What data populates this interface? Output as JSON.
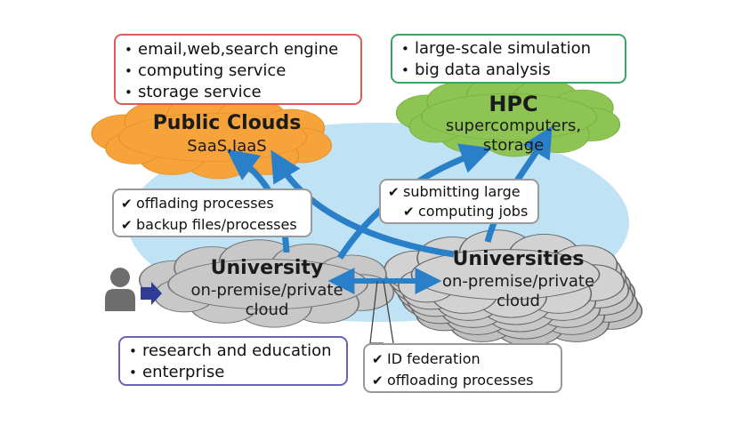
{
  "public_cloud": {
    "title": "Public Clouds",
    "subtitle": "SaaS,IaaS",
    "services": [
      "email,web,search engine",
      "computing service",
      "storage service"
    ],
    "color": "#f5a33a"
  },
  "hpc": {
    "title": "HPC",
    "subtitle_lines": [
      "supercomputers,",
      "storage"
    ],
    "uses": [
      "large-scale simulation",
      "big data analysis"
    ],
    "color": "#8ec453"
  },
  "university": {
    "title": "University",
    "subtitle_lines": [
      "on-premise/private",
      "cloud"
    ],
    "uses": [
      "research and education",
      "enterprise"
    ],
    "color": "#c8c8c8"
  },
  "universities": {
    "title": "Universities",
    "subtitle_lines": [
      "on-premise/private",
      "cloud"
    ],
    "color": "#c8c8c8"
  },
  "labels": {
    "to_public": [
      "offlading processes",
      "backup files/processes"
    ],
    "to_hpc": [
      "submitting large",
      "computing jobs"
    ],
    "between_universities": [
      "ID federation",
      "offloading processes"
    ]
  },
  "colors": {
    "arrow_blue": "#2a7fc9",
    "background_oval": "#bfe3f5",
    "user_arrow": "#2f3c95",
    "user_icon": "#6d6d6d"
  },
  "icons": [
    "user-icon",
    "check-icon"
  ]
}
